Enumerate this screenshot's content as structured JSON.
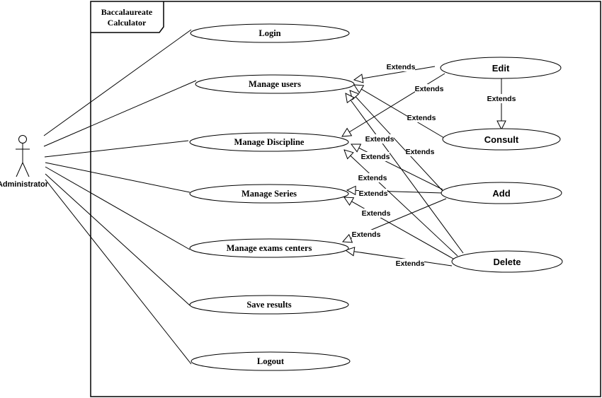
{
  "system": {
    "title_line1": "Baccalaureate",
    "title_line2": "Calculator"
  },
  "actor": {
    "label": "Administrator"
  },
  "use_cases": [
    {
      "id": "login",
      "label": "Login"
    },
    {
      "id": "manage-users",
      "label": "Manage users"
    },
    {
      "id": "manage-discipline",
      "label": "Manage Discipline"
    },
    {
      "id": "manage-series",
      "label": "Manage Series"
    },
    {
      "id": "manage-exams-centers",
      "label": "Manage exams centers"
    },
    {
      "id": "save-results",
      "label": "Save results"
    },
    {
      "id": "logout",
      "label": "Logout"
    }
  ],
  "extension_use_cases": [
    {
      "id": "edit",
      "label": "Edit"
    },
    {
      "id": "consult",
      "label": "Consult"
    },
    {
      "id": "add",
      "label": "Add"
    },
    {
      "id": "delete",
      "label": "Delete"
    }
  ],
  "relations": {
    "extends_label": "Extends",
    "list": [
      {
        "from": "edit",
        "to": "manage-users",
        "type": "extends"
      },
      {
        "from": "edit",
        "to": "consult",
        "type": "extends"
      },
      {
        "from": "edit",
        "to": "manage-discipline",
        "type": "extends"
      },
      {
        "from": "consult",
        "to": "manage-users",
        "type": "extends"
      },
      {
        "from": "add",
        "to": "manage-users",
        "type": "extends"
      },
      {
        "from": "add",
        "to": "manage-discipline",
        "type": "extends"
      },
      {
        "from": "add",
        "to": "manage-series",
        "type": "extends"
      },
      {
        "from": "add",
        "to": "manage-exams-centers",
        "type": "extends"
      },
      {
        "from": "delete",
        "to": "manage-users",
        "type": "extends"
      },
      {
        "from": "delete",
        "to": "manage-discipline",
        "type": "extends"
      },
      {
        "from": "delete",
        "to": "manage-series",
        "type": "extends"
      },
      {
        "from": "delete",
        "to": "manage-exams-centers",
        "type": "extends"
      }
    ]
  }
}
